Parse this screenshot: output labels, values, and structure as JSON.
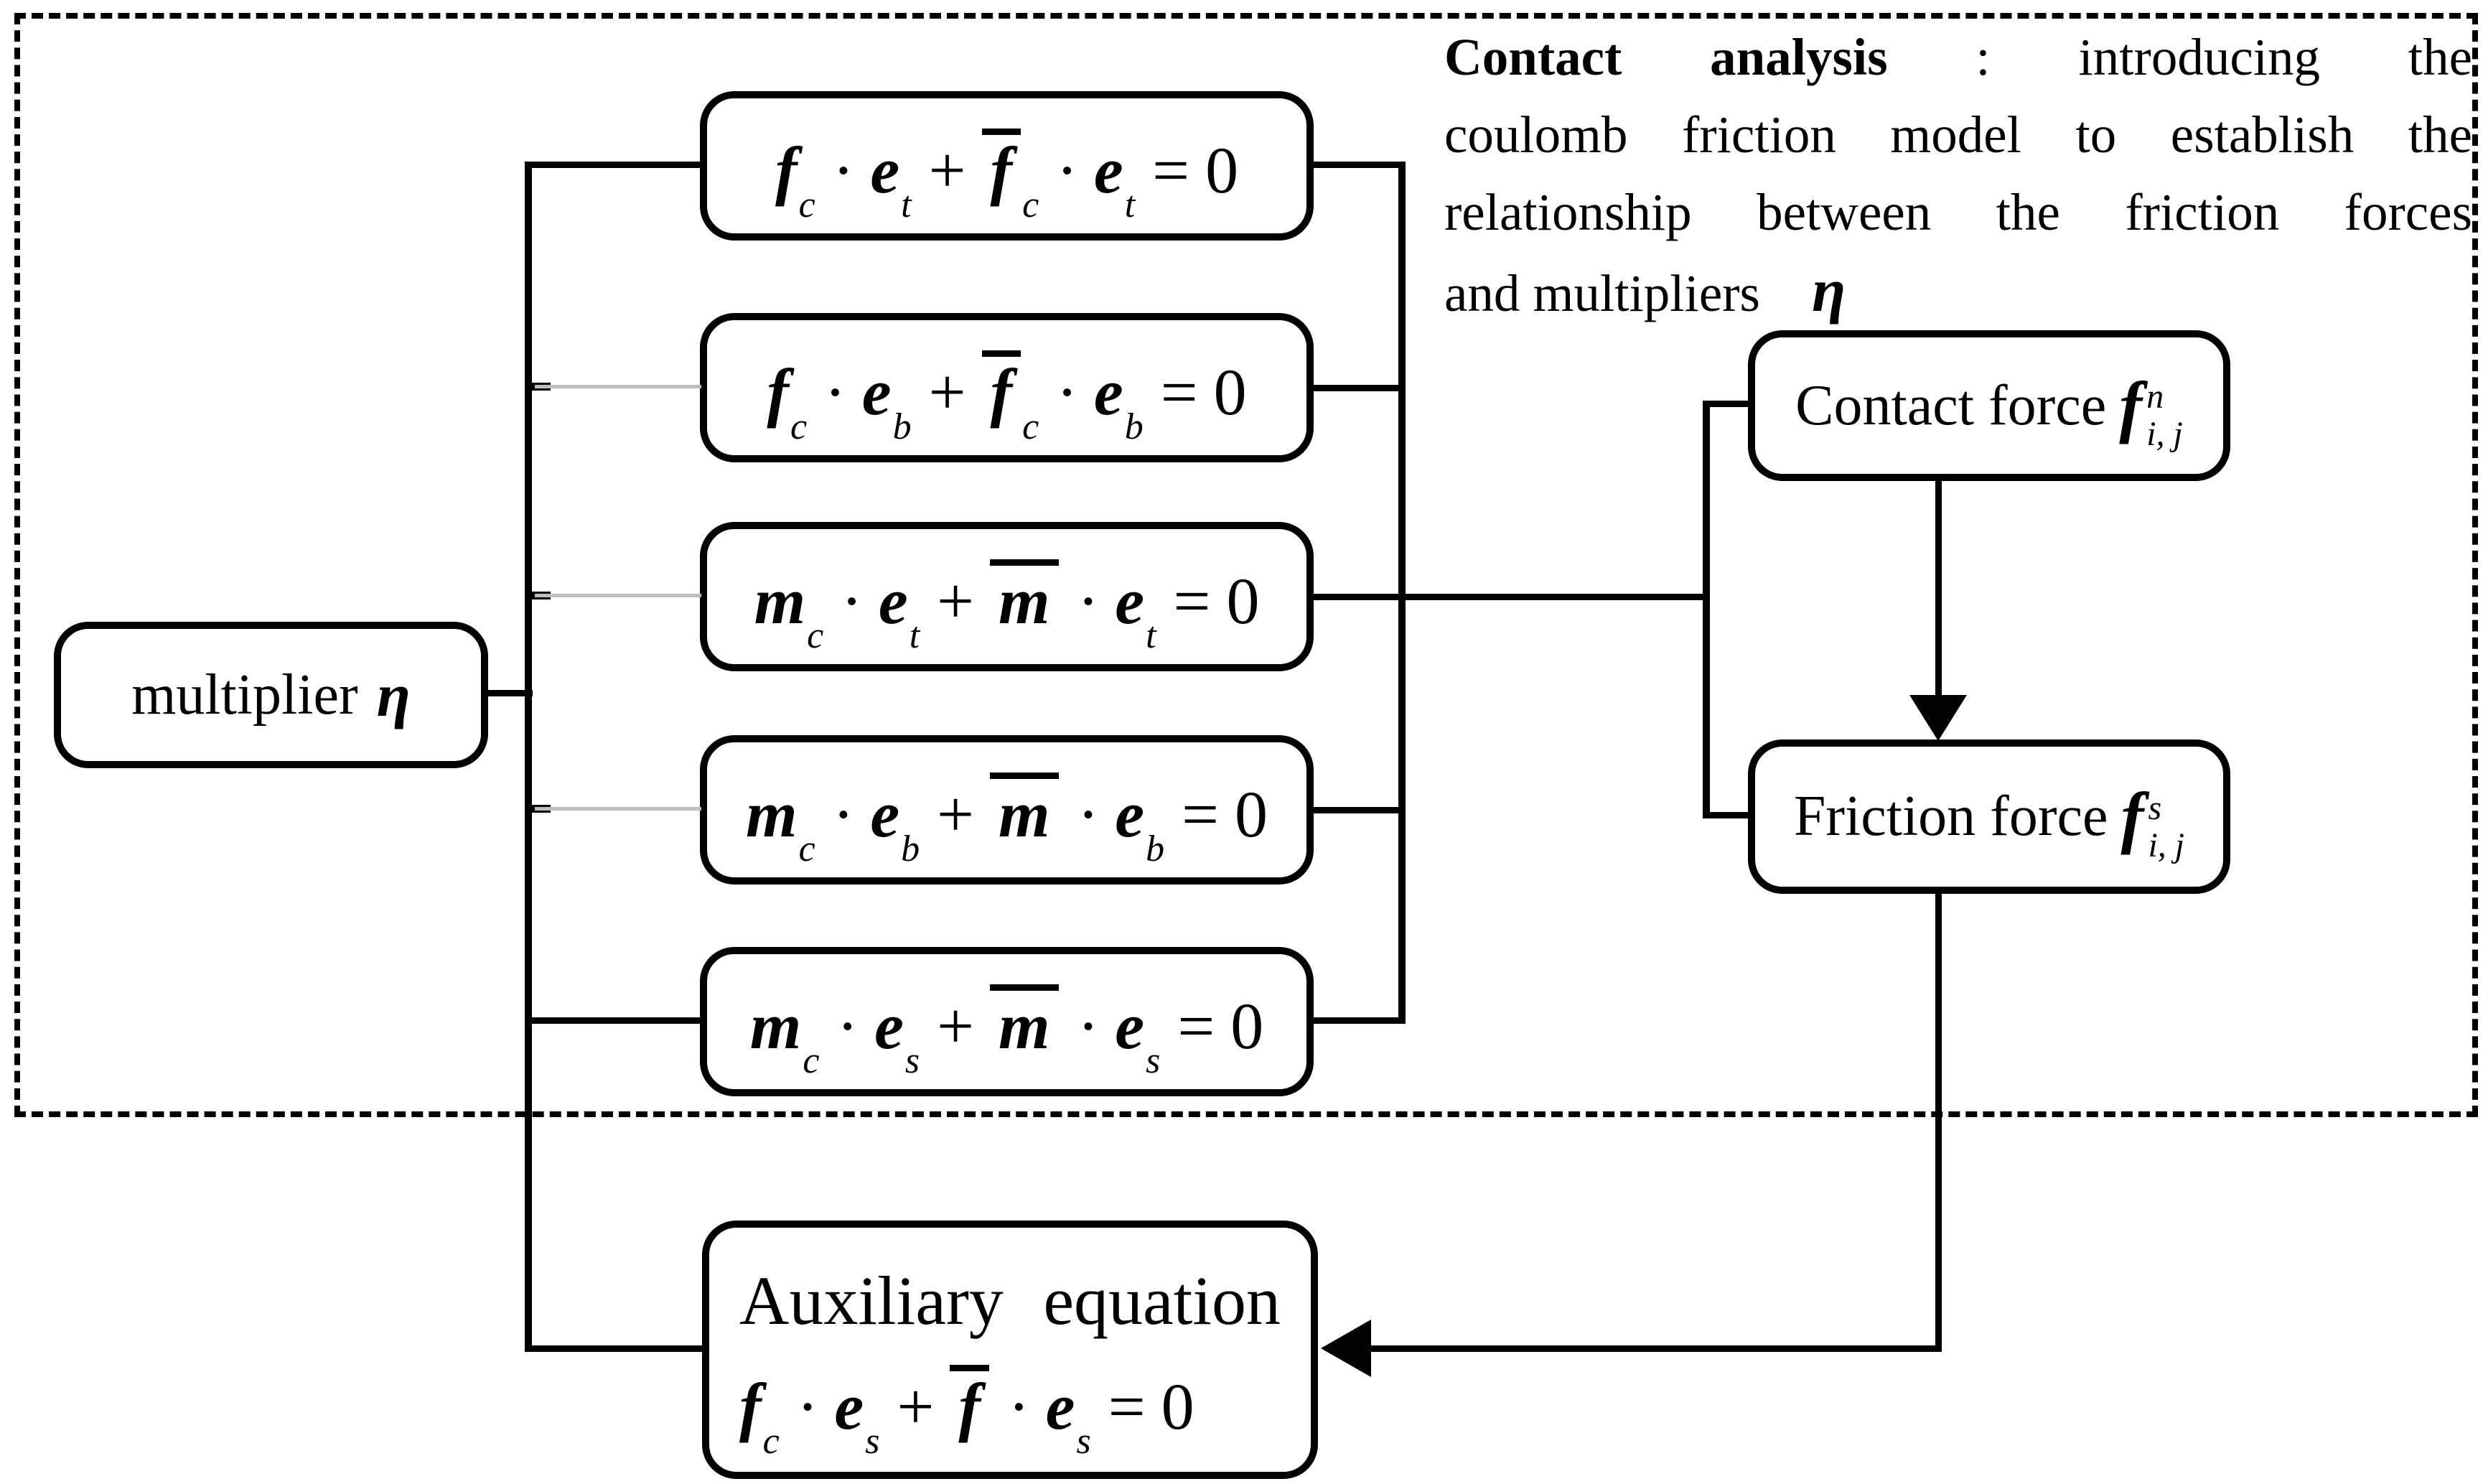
{
  "note": {
    "line1_bold": "Contact analysis",
    "line1_rest": " : introducing the",
    "line2": "coulomb friction model to establish the",
    "line3": "relationship between the friction forces",
    "line4": "and multipliers",
    "eta": "η"
  },
  "multiplier_box": {
    "label": "multiplier",
    "symbol": "η"
  },
  "contact_box": {
    "label": "Contact force",
    "var": "f",
    "sup": "n",
    "sub": "i, j"
  },
  "friction_box": {
    "label": "Friction force",
    "var": "f",
    "sup": "s",
    "sub": "i, j"
  },
  "aux_box": {
    "title": "Auxiliary equation"
  },
  "symbols": {
    "dot": "·",
    "plus": "+",
    "equals": "=",
    "zero": "0",
    "e": "e"
  },
  "equations": [
    {
      "a": "f",
      "asub": "c",
      "e1sub": "t",
      "b": "f",
      "bsub": "c",
      "e2sub": "t"
    },
    {
      "a": "f",
      "asub": "c",
      "e1sub": "b",
      "b": "f",
      "bsub": "c",
      "e2sub": "b"
    },
    {
      "a": "m",
      "asub": "c",
      "e1sub": "t",
      "b": "m",
      "bsub": "",
      "e2sub": "t"
    },
    {
      "a": "m",
      "asub": "c",
      "e1sub": "b",
      "b": "m",
      "bsub": "",
      "e2sub": "b"
    },
    {
      "a": "m",
      "asub": "c",
      "e1sub": "s",
      "b": "m",
      "bsub": "",
      "e2sub": "s"
    },
    {
      "a": "f",
      "asub": "c",
      "e1sub": "s",
      "b": "f",
      "bsub": "",
      "e2sub": "s"
    }
  ],
  "colors": {
    "line": "#000000",
    "gray_branch": "#bdbdbd",
    "background": "#ffffff"
  }
}
